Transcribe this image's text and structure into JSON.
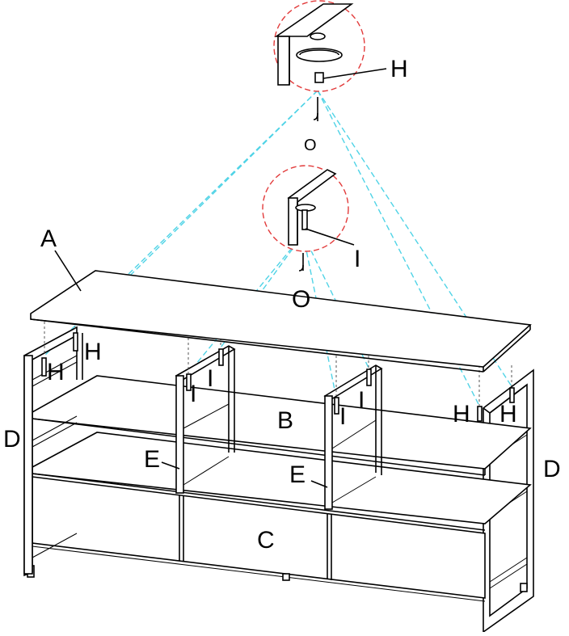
{
  "labels": {
    "a": "A",
    "b": "B",
    "c": "C",
    "d_left": "D",
    "d_right": "D",
    "e_left": "E",
    "e_right": "E",
    "h_top_detail": "H",
    "h_left_1": "H",
    "h_left_2": "H",
    "h_right_1": "H",
    "h_right_2": "H",
    "i_detail": "I",
    "i_1": "I",
    "i_2": "I",
    "i_3": "I",
    "i_4": "I",
    "j_top": "J",
    "o_top": "O",
    "j_mid": "J",
    "o_mid": "O"
  },
  "colors": {
    "guide_line": "#4fd3e6",
    "detail_circle": "#e23b3b",
    "line": "#000000"
  }
}
